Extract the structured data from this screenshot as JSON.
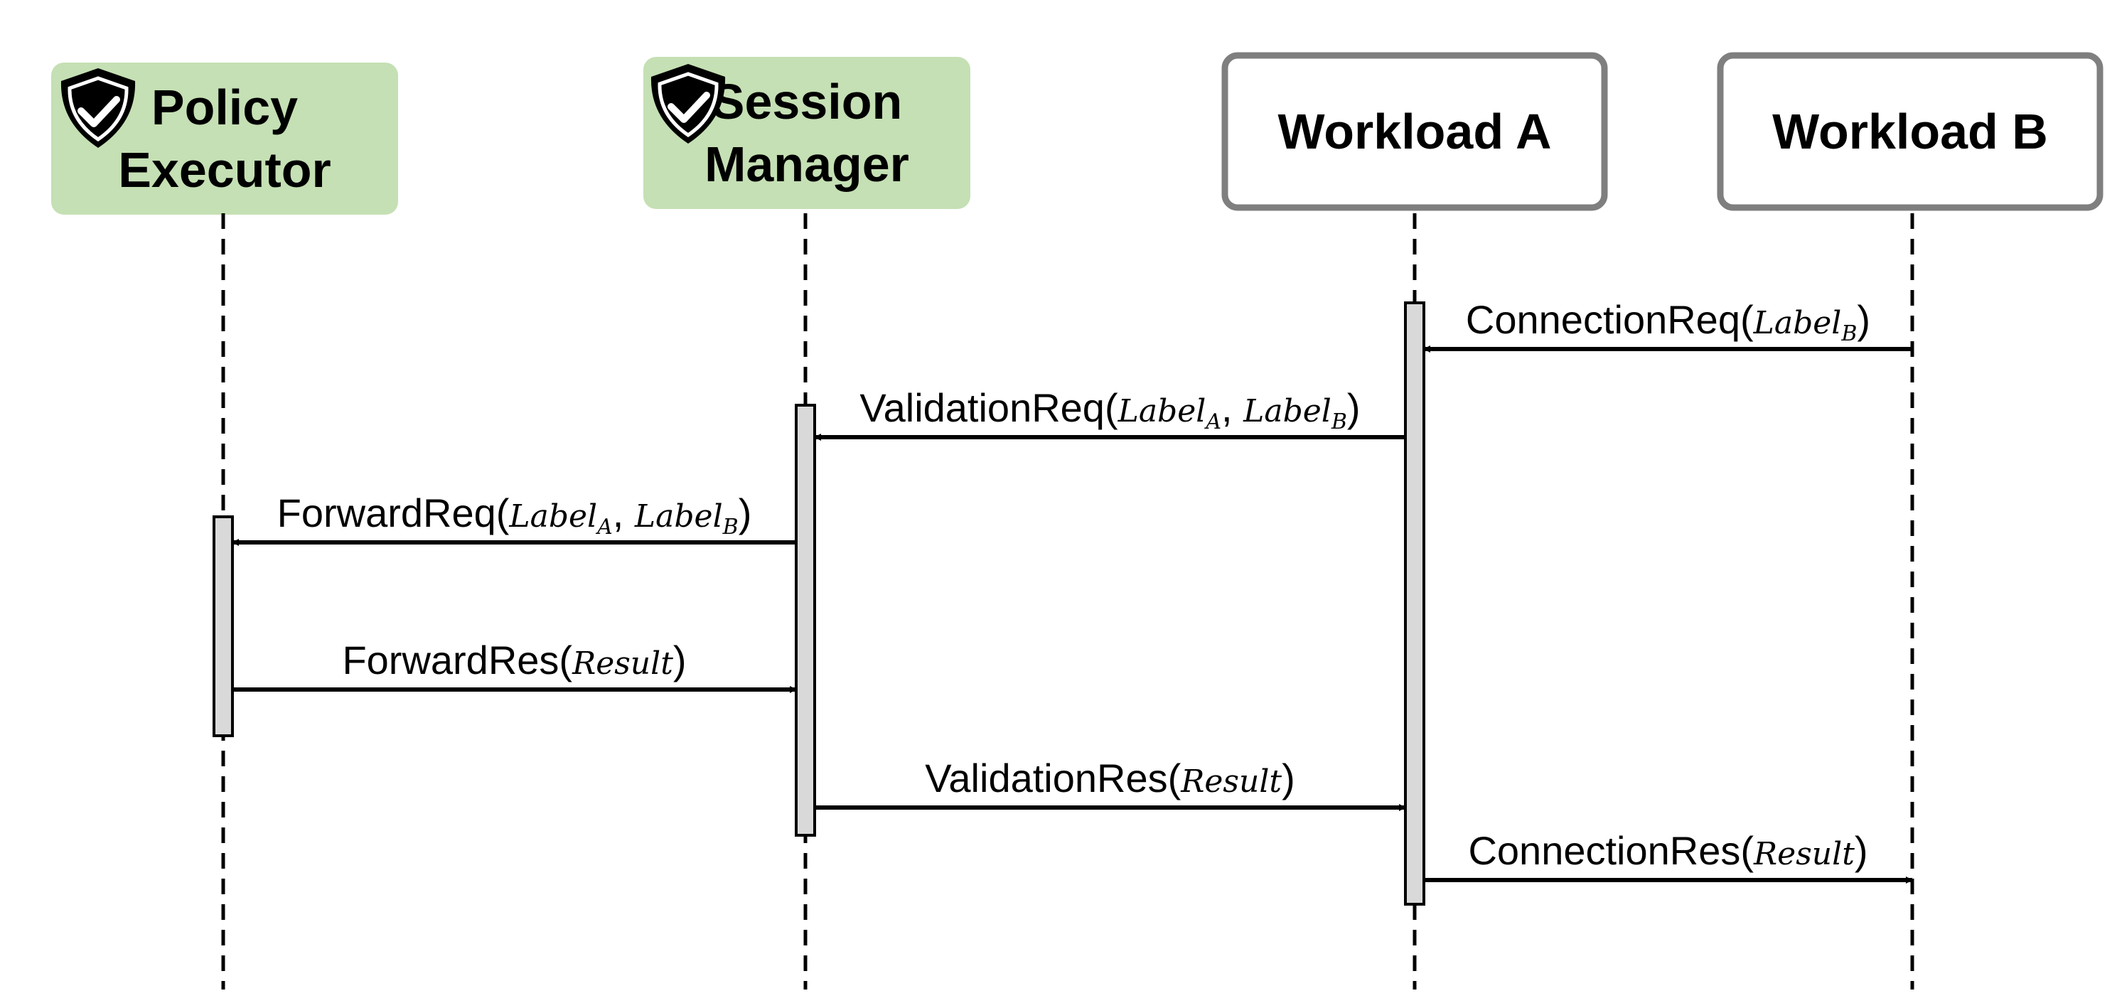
{
  "actors": [
    {
      "id": "policy",
      "lines": [
        "Policy",
        "Executor"
      ],
      "style": "trusted",
      "icon": "shield-check-icon"
    },
    {
      "id": "session",
      "lines": [
        "Session",
        "Manager"
      ],
      "style": "trusted",
      "icon": "shield-check-icon"
    },
    {
      "id": "workloadA",
      "lines": [
        "Workload A"
      ],
      "style": "workload"
    },
    {
      "id": "workloadB",
      "lines": [
        "Workload B"
      ],
      "style": "workload"
    }
  ],
  "messages": [
    {
      "id": "connection-req",
      "from": "workloadB",
      "to": "workloadA",
      "name": "ConnectionReq",
      "args": [
        {
          "base": "Label",
          "sub": "B"
        }
      ]
    },
    {
      "id": "validation-req",
      "from": "workloadA",
      "to": "session",
      "name": "ValidationReq",
      "args": [
        {
          "base": "Label",
          "sub": "A"
        },
        {
          "base": "Label",
          "sub": "B"
        }
      ]
    },
    {
      "id": "forward-req",
      "from": "session",
      "to": "policy",
      "name": "ForwardReq",
      "args": [
        {
          "base": "Label",
          "sub": "A"
        },
        {
          "base": "Label",
          "sub": "B"
        }
      ]
    },
    {
      "id": "forward-res",
      "from": "policy",
      "to": "session",
      "name": "ForwardRes",
      "args": [
        {
          "base": "Result"
        }
      ]
    },
    {
      "id": "validation-res",
      "from": "session",
      "to": "workloadA",
      "name": "ValidationRes",
      "args": [
        {
          "base": "Result"
        }
      ]
    },
    {
      "id": "connection-res",
      "from": "workloadA",
      "to": "workloadB",
      "name": "ConnectionRes",
      "args": [
        {
          "base": "Result"
        }
      ]
    }
  ],
  "colors": {
    "trusted_fill": "#c5e0b4",
    "workload_border": "#7f7f7f",
    "activation_fill": "#d9d9d9",
    "line": "#000000",
    "text": "#000000"
  }
}
